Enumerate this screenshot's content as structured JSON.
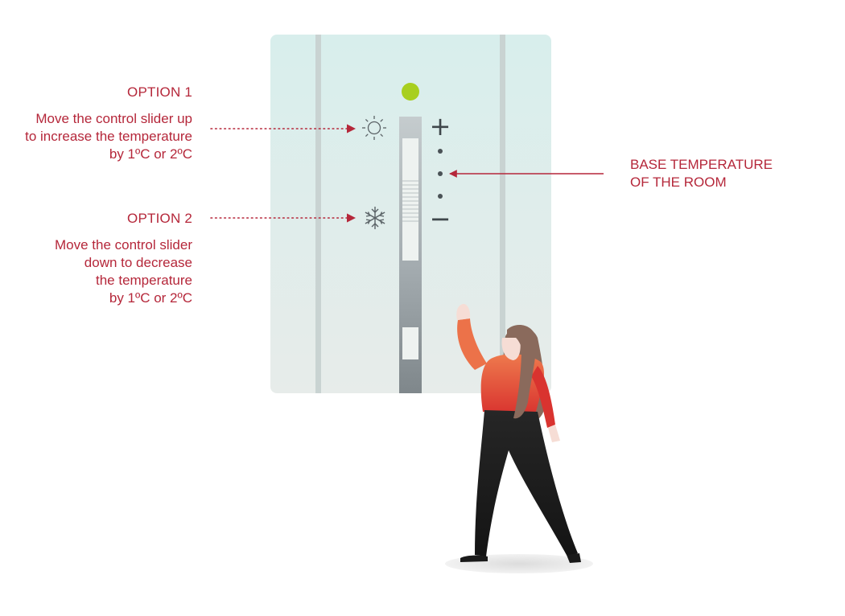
{
  "option1": {
    "title": "OPTION 1",
    "lines": [
      "Move the control slider up",
      "to increase the temperature",
      "by 1ºC or 2ºC"
    ]
  },
  "option2": {
    "title": "OPTION 2",
    "lines": [
      "Move the control slider",
      "down to decrease",
      "the temperature",
      "by 1ºC or 2ºC"
    ]
  },
  "base_temperature": {
    "lines": [
      "BASE TEMPERATURE",
      "OF THE ROOM"
    ]
  },
  "panel_controls": {
    "plus_symbol": "+",
    "minus_symbol": "−"
  },
  "icons": {
    "warm": "sun-icon",
    "cold": "snowflake-icon",
    "indicator": "status-led-icon"
  },
  "colors": {
    "accent_red": "#b5273a",
    "indicator_green": "#a8cf1f",
    "panel_glass": "#dcefee",
    "slider_track": "#8f979b"
  }
}
